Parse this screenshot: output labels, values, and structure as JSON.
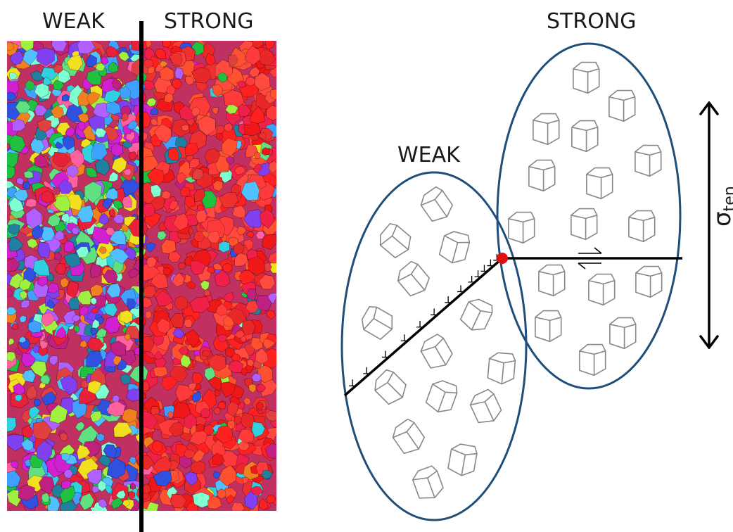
{
  "left_panel": {
    "weak_label": "WEAK",
    "strong_label": "STRONG"
  },
  "right_panel": {
    "strong_label": "STRONG",
    "weak_label": "WEAK",
    "stress_symbol": "σ",
    "stress_subscript": "ten"
  },
  "colors": {
    "ellipse_stroke": "#1f4e79",
    "crack_point": "#e01010",
    "grain_outline": "#9a9a9a",
    "line": "#000000"
  },
  "icons": {
    "shear_arrows": "half-arrow-pair-icon",
    "dislocation": "dislocation-tick-icon",
    "stress_arrow": "double-headed-arrow-icon"
  }
}
